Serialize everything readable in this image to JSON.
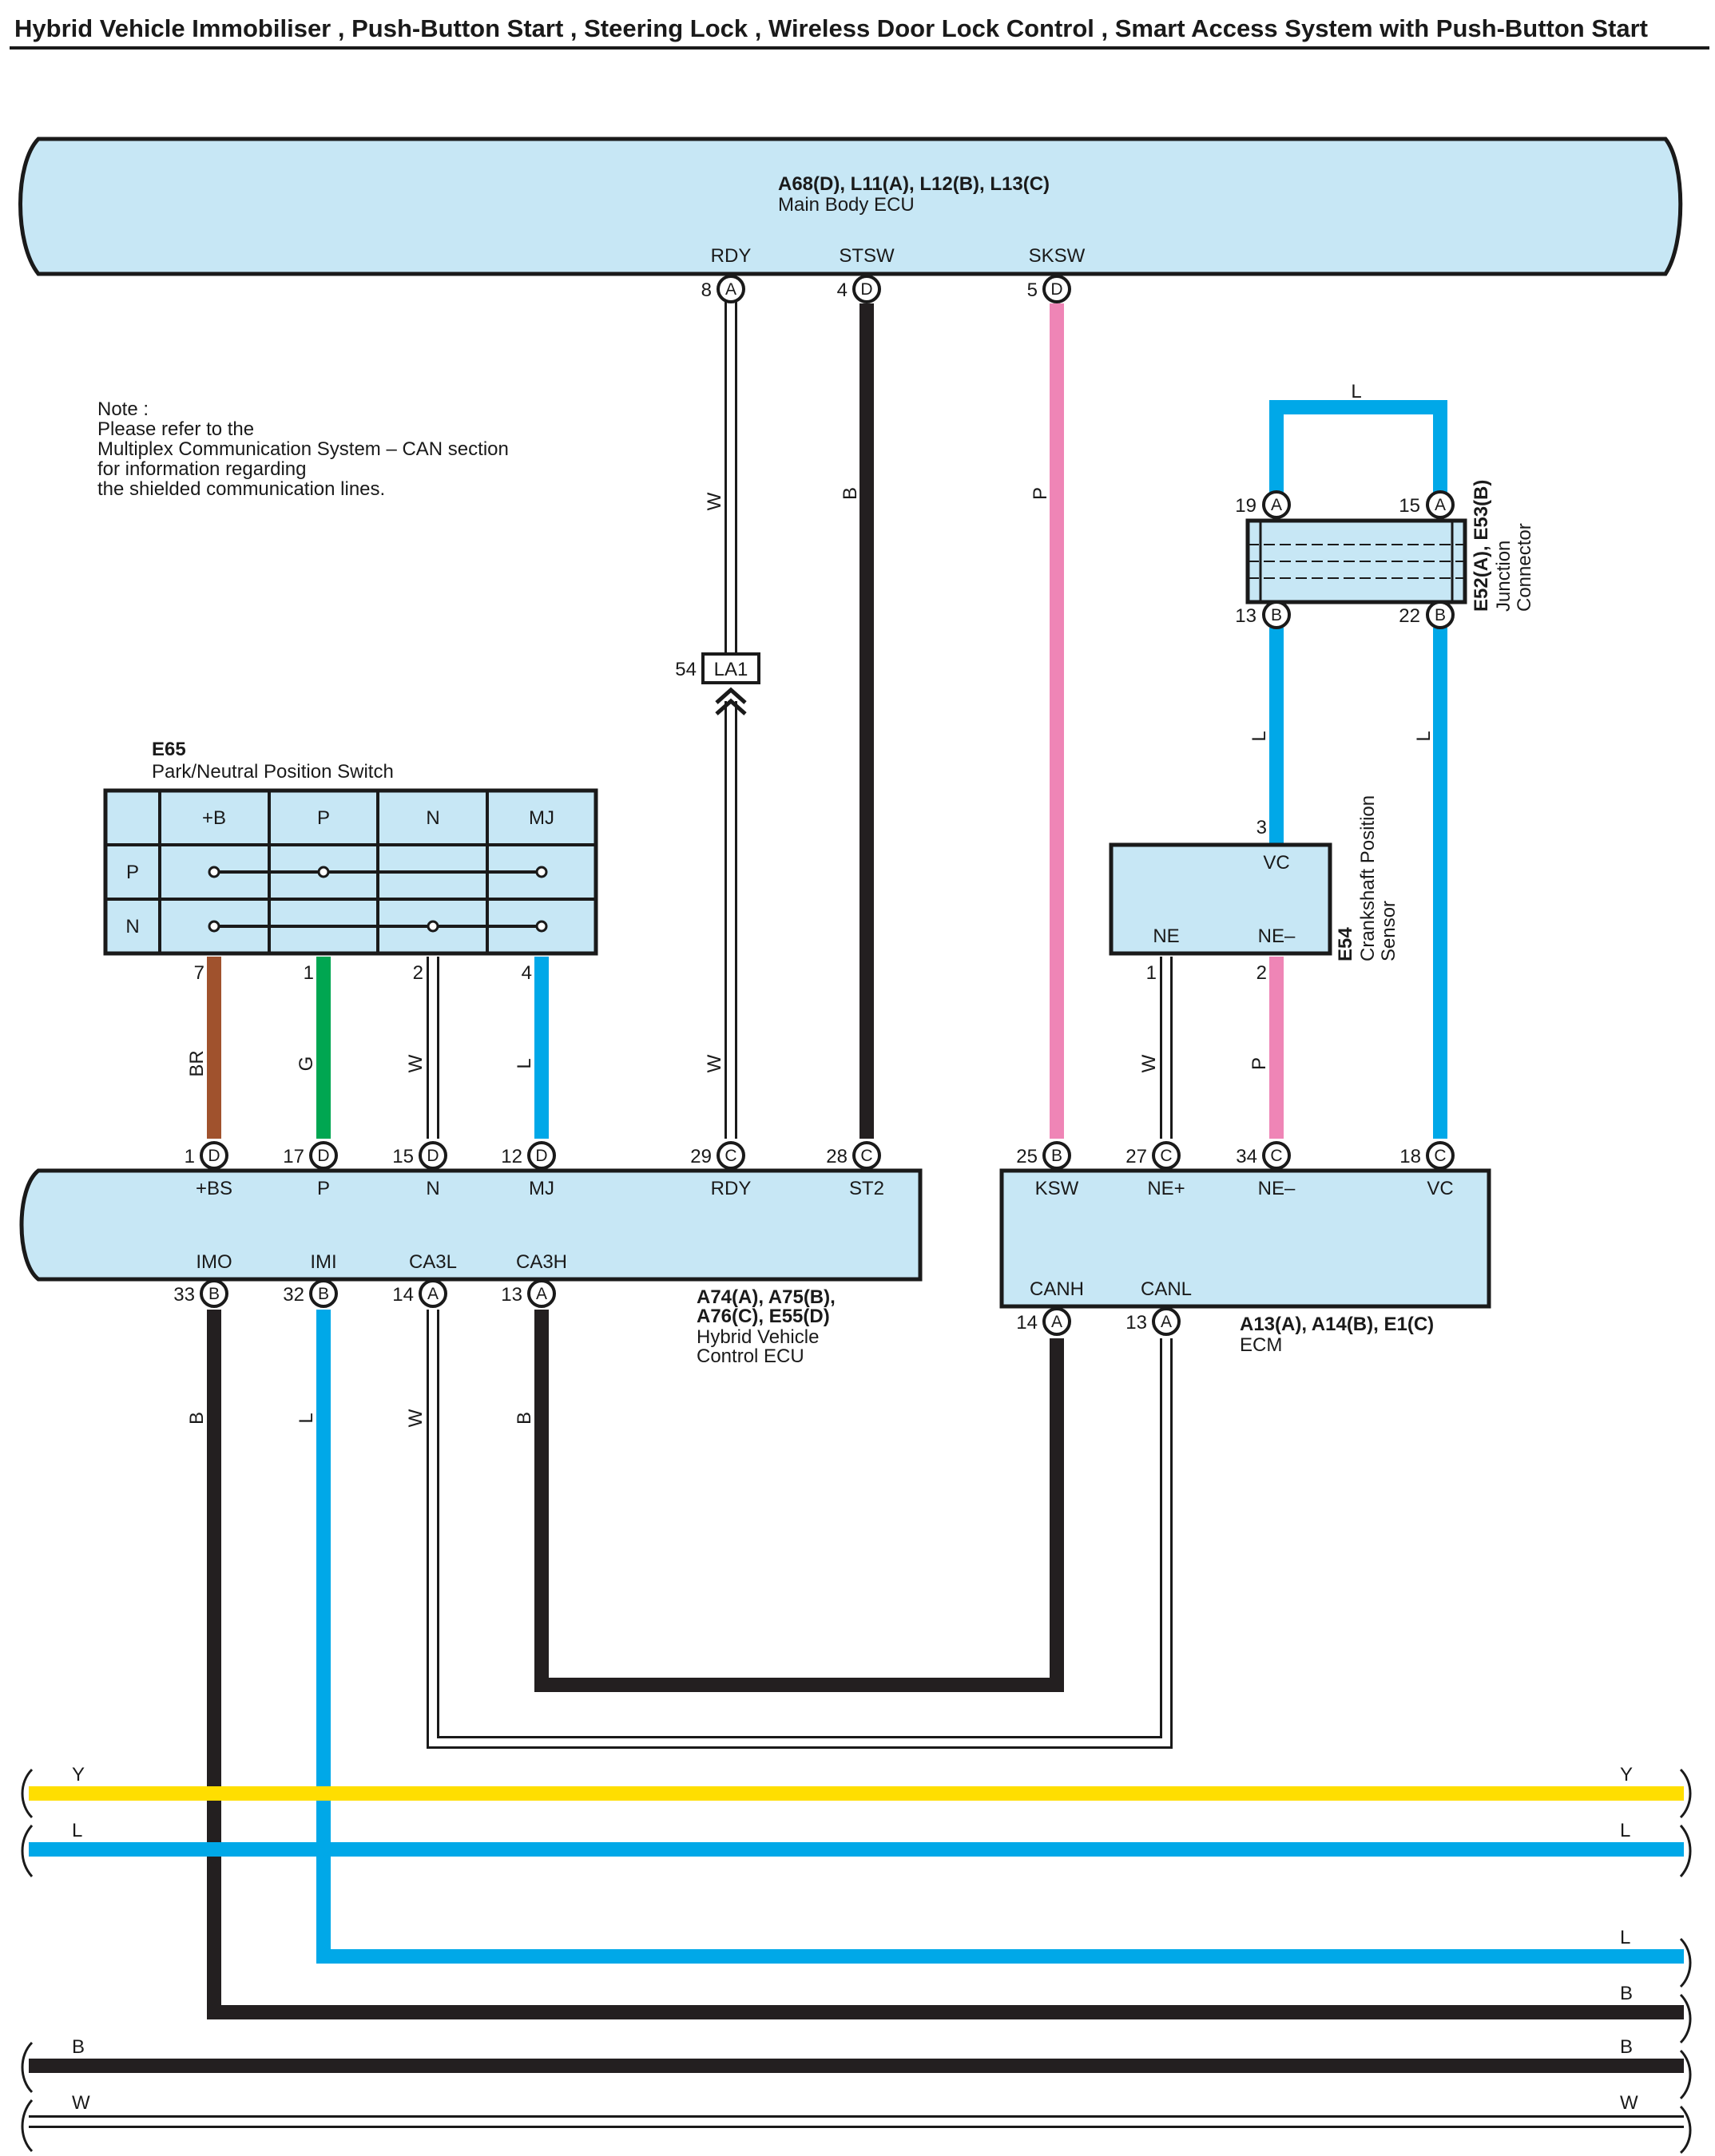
{
  "title": "Hybrid Vehicle Immobiliser , Push-Button Start , Steering Lock , Wireless Door Lock Control , Smart Access System with Push-Button Start",
  "colors": {
    "box_fill": "#c7e7f5",
    "W": "#ffffff",
    "B": "#231f20",
    "P": "#ef85b6",
    "L": "#00a8e8",
    "BR": "#a0522d",
    "G": "#00a651",
    "Y": "#ffde00"
  },
  "note": {
    "lines": [
      "Note :",
      "Please refer to the",
      "Multiplex Communication System – CAN section",
      "for information regarding",
      "the shielded communication lines."
    ]
  },
  "main_body_ecu": {
    "code": "A68(D), L11(A), L12(B), L13(C)",
    "name": "Main Body ECU",
    "pins": [
      {
        "label": "RDY",
        "no": "8",
        "conn": "A"
      },
      {
        "label": "STSW",
        "no": "4",
        "conn": "D"
      },
      {
        "label": "SKSW",
        "no": "5",
        "conn": "D"
      }
    ]
  },
  "junction_connector": {
    "code": "E52(A), E53(B)",
    "name_lines": [
      "Junction",
      "Connector"
    ],
    "pins": [
      {
        "no": "19",
        "conn": "A"
      },
      {
        "no": "15",
        "conn": "A"
      },
      {
        "no": "13",
        "conn": "B"
      },
      {
        "no": "22",
        "conn": "B"
      }
    ],
    "top_wire": "L"
  },
  "inline_connector": {
    "code": "LA1",
    "no": "54"
  },
  "pn_switch": {
    "code": "E65",
    "name": "Park/Neutral Position Switch",
    "columns": [
      "+B",
      "P",
      "N",
      "MJ"
    ],
    "rows": [
      "P",
      "N"
    ],
    "pins": [
      "7",
      "1",
      "2",
      "4"
    ]
  },
  "crank_sensor": {
    "code": "E54",
    "name_lines": [
      "Crankshaft Position",
      "Sensor"
    ],
    "pins": [
      {
        "label": "VC",
        "no": "3"
      },
      {
        "label": "NE",
        "no": "1"
      },
      {
        "label": "NE–",
        "no": "2"
      }
    ]
  },
  "hv_ecu": {
    "code_lines": [
      "A74(A), A75(B),",
      "A76(C), E55(D)"
    ],
    "name_lines": [
      "Hybrid Vehicle",
      "Control ECU"
    ],
    "top_pins": [
      {
        "label": "+BS",
        "no": "1",
        "conn": "D"
      },
      {
        "label": "P",
        "no": "17",
        "conn": "D"
      },
      {
        "label": "N",
        "no": "15",
        "conn": "D"
      },
      {
        "label": "MJ",
        "no": "12",
        "conn": "D"
      },
      {
        "label": "RDY",
        "no": "29",
        "conn": "C"
      },
      {
        "label": "ST2",
        "no": "28",
        "conn": "C"
      }
    ],
    "bottom_pins": [
      {
        "label": "IMO",
        "no": "33",
        "conn": "B"
      },
      {
        "label": "IMI",
        "no": "32",
        "conn": "B"
      },
      {
        "label": "CA3L",
        "no": "14",
        "conn": "A"
      },
      {
        "label": "CA3H",
        "no": "13",
        "conn": "A"
      }
    ]
  },
  "ecm": {
    "code": "A13(A), A14(B), E1(C)",
    "name": "ECM",
    "top_pins": [
      {
        "label": "KSW",
        "no": "25",
        "conn": "B"
      },
      {
        "label": "NE+",
        "no": "27",
        "conn": "C"
      },
      {
        "label": "NE–",
        "no": "34",
        "conn": "C"
      },
      {
        "label": "VC",
        "no": "18",
        "conn": "C"
      }
    ],
    "bottom_pins": [
      {
        "label": "CANH",
        "no": "14",
        "conn": "A"
      },
      {
        "label": "CANL",
        "no": "13",
        "conn": "A"
      }
    ]
  },
  "wire_labels": {
    "rdy_top": "W",
    "stsw": "B",
    "sksw": "P",
    "jc_left": "L",
    "jc_right": "L",
    "pn_b": "BR",
    "pn_p": "G",
    "pn_n": "W",
    "pn_mj": "L",
    "rdy_bot": "W",
    "ne": "W",
    "ne_minus": "P",
    "imo": "B",
    "imi": "L",
    "ca3l": "W",
    "ca3h": "B"
  },
  "bus_lines": [
    {
      "left": "Y",
      "right": "Y"
    },
    {
      "left": "L",
      "right": "L"
    },
    {
      "left": "",
      "right": "L"
    },
    {
      "left": "",
      "right": "B"
    },
    {
      "left": "B",
      "right": "B"
    },
    {
      "left": "W",
      "right": "W"
    }
  ]
}
